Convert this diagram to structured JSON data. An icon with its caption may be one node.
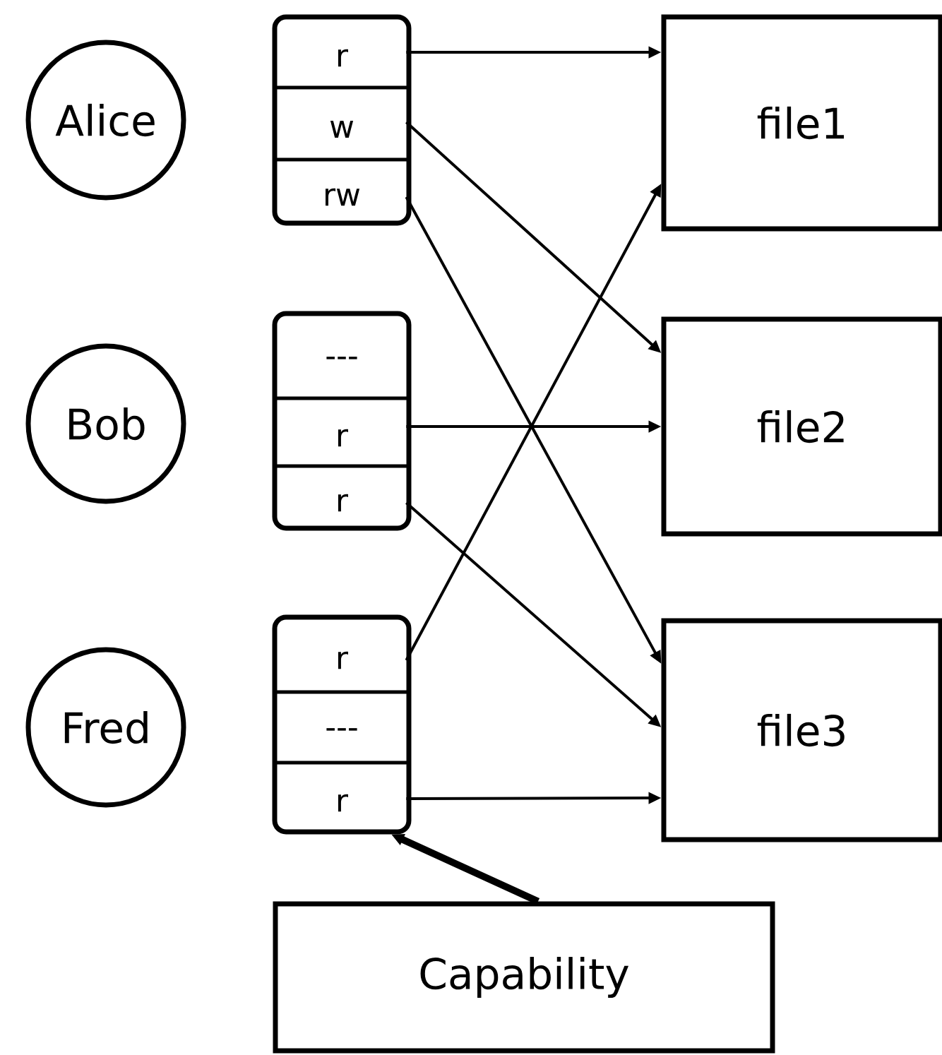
{
  "diagram": {
    "nodes": [
      {
        "text": [
          "Alice"
        ]
      },
      {
        "text": [],
        "shape": "box"
      },
      {
        "text": [
          "r"
        ],
        "in": 1
      },
      {
        "text": [
          "w"
        ],
        "in": 1
      },
      {
        "text": [
          "rw"
        ],
        "in": 1
      },
      {
        "text": [
          "file1"
        ]
      },
      {
        "text": [
          "Bob"
        ]
      },
      {
        "text": [],
        "shape": "box"
      },
      {
        "text": [
          "---"
        ],
        "in": 7
      },
      {
        "text": [
          "r"
        ],
        "in": 7
      },
      {
        "text": [
          "r"
        ],
        "in": 7
      },
      {
        "text": [
          "file2"
        ]
      },
      {
        "text": [
          "Fred"
        ]
      },
      {
        "text": [],
        "shape": "box"
      },
      {
        "text": [
          "r"
        ],
        "in": 13
      },
      {
        "text": [
          "---"
        ],
        "in": 13
      },
      {
        "text": [
          "r"
        ],
        "in": 13
      },
      {
        "text": [
          "file3"
        ]
      },
      {
        "text": [
          "Capability"
        ]
      }
    ],
    "edges": [
      {
        "from": 2,
        "to": 5,
        "arrow": "to"
      },
      {
        "from": 3,
        "to": 11,
        "arrow": "to"
      },
      {
        "from": 4,
        "to": 17,
        "arrow": "to"
      },
      {
        "from": 9,
        "to": 11,
        "arrow": "to"
      },
      {
        "from": 10,
        "to": 17,
        "arrow": "to"
      },
      {
        "from": 14,
        "to": 5,
        "arrow": "to"
      },
      {
        "from": 16,
        "to": 17,
        "arrow": "to"
      },
      {
        "from": 18,
        "to": 13,
        "arrow": "to",
        "style": "thick"
      }
    ]
  }
}
